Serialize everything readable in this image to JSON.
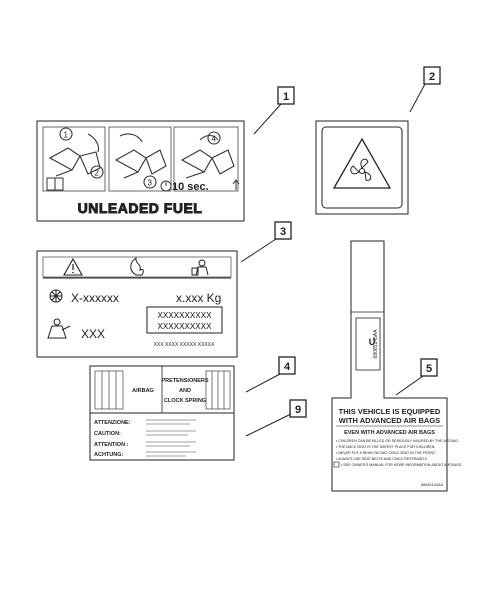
{
  "callouts": [
    "1",
    "2",
    "3",
    "4",
    "5",
    "9"
  ],
  "label1": {
    "step_numbers": [
      "1",
      "2",
      "3",
      "4"
    ],
    "timer_text": "10 sec.",
    "footer_text": "UNLEADED FUEL"
  },
  "label3": {
    "refrigerant_code": "X-xxxxxx",
    "weight": "x.xxx Kg",
    "code_boxes": [
      "XXXXXXXXXX",
      "XXXXXXXXXX"
    ],
    "oil_code": "XXX",
    "fine_print": "XXX XXXX XXXXX XXXXX"
  },
  "label4": {
    "airbag": "AIRBAG",
    "pretensioners": "PRETENSIONERS",
    "and": "AND",
    "clock_spring": "CLOCK SPRING",
    "warnings": [
      "ATTENZIONE:",
      "CAUTION:",
      "ATTENTION :",
      "ACHTUNG:"
    ]
  },
  "label5": {
    "part_code": "68085145AA",
    "bar_letter": "U",
    "headline_1": "THIS VEHICLE IS EQUIPPED",
    "headline_2": "WITH ADVANCED AIR BAGS",
    "subhead": "EVEN WITH ADVANCED AIR BAGS",
    "bullets": [
      "• CHILDREN CAN BE KILLED OR SERIOUSLY INJURED BY THE AIR BAG.",
      "• THE BACK SEAT IS THE SAFEST PLACE FOR CHILDREN.",
      "• NEVER PUT A REAR-FACING CHILD SEAT IN THE FRONT.",
      "• ALWAYS USE SEAT BELTS AND CHILD RESTRAINTS.",
      "• SEE OWNER'S MANUAL FOR MORE INFORMATION ABOUT AIR BAGS."
    ],
    "footer_code": "68084142AA"
  },
  "colors": {
    "line": "#222222",
    "shade": "#cfcfcf",
    "paper": "#ffffff"
  }
}
